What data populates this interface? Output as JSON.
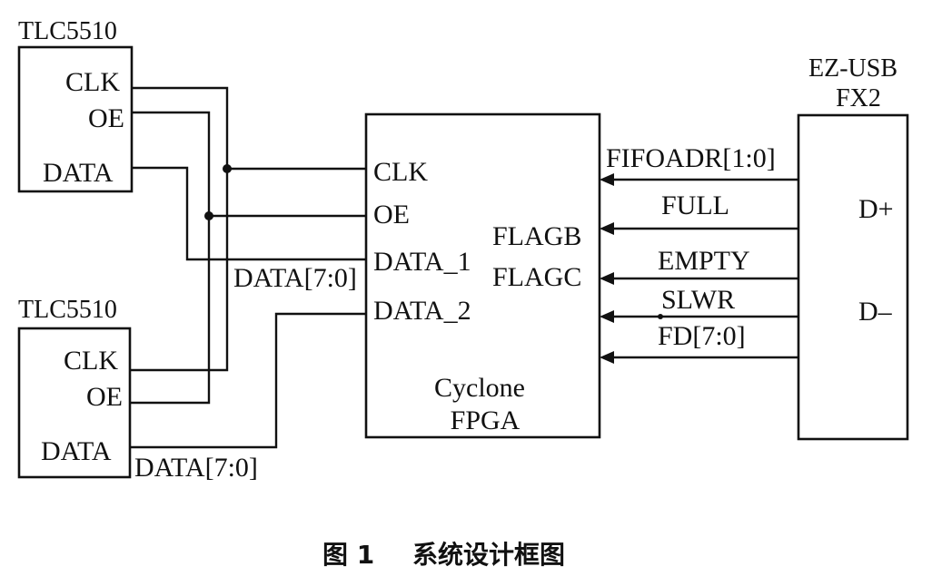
{
  "adc_top": {
    "title": "TLC5510",
    "pins": {
      "clk": "CLK",
      "oe": "OE",
      "data": "DATA"
    }
  },
  "adc_bottom": {
    "title": "TLC5510",
    "pins": {
      "clk": "CLK",
      "oe": "OE",
      "data": "DATA"
    }
  },
  "fpga": {
    "name_line1": "Cyclone",
    "name_line2": "FPGA",
    "pins": {
      "clk": "CLK",
      "oe": "OE",
      "data_1": "DATA_1",
      "data_2": "DATA_2",
      "flagb": "FLAGB",
      "flagc": "FLAGC"
    }
  },
  "usb": {
    "title_line1": "EZ-USB",
    "title_line2": "FX2",
    "pins": {
      "d_plus": "D+",
      "d_minus": "D–"
    }
  },
  "buses": {
    "top_data": "DATA[7:0]",
    "bottom_data": "DATA[7:0]"
  },
  "usb_signals": {
    "fifoadr": "FIFOADR[1:0]",
    "full": "FULL",
    "empty": "EMPTY",
    "slwr": "SLWR",
    "fd": "FD[7:0]"
  },
  "caption": {
    "figure_number": "图 1",
    "title": "系统设计框图"
  }
}
